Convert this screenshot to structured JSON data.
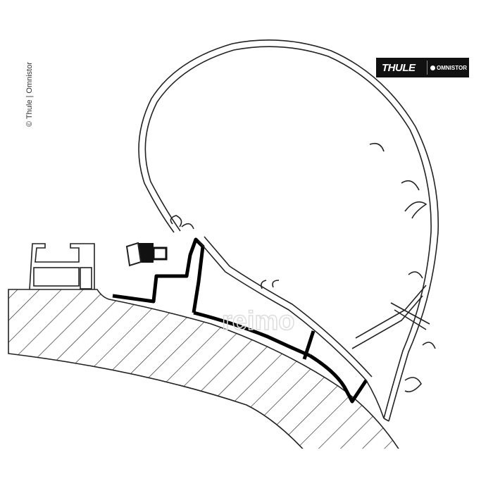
{
  "copyright": "© Thule | Omnistor",
  "logo": {
    "brand": "THULE",
    "sub_brand": "OMNISTOR"
  },
  "watermark": "reimo"
}
